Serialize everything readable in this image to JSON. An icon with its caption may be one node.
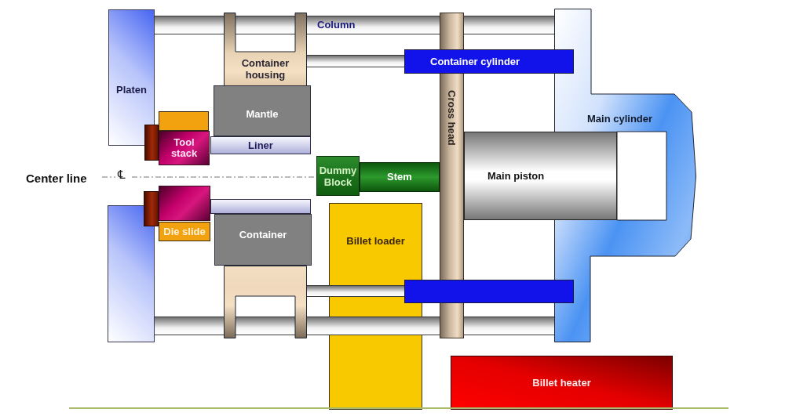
{
  "diagram": {
    "nodes": [
      {
        "text": [
          "Platen"
        ]
      },
      {
        "text": [
          "Column"
        ]
      },
      {
        "text": [
          "Container housing"
        ]
      },
      {
        "text": [
          "Container cylinder"
        ]
      },
      {
        "text": [
          "Cross head"
        ]
      },
      {
        "text": [
          "Mantle"
        ]
      },
      {
        "text": [
          "Main cylinder"
        ]
      },
      {
        "text": [
          "Tool stack"
        ]
      },
      {
        "text": [
          "Liner"
        ]
      },
      {
        "text": [
          "Dummy Block"
        ]
      },
      {
        "text": [
          "Stem"
        ]
      },
      {
        "text": [
          "Main piston"
        ]
      },
      {
        "text": [
          "Die slide"
        ]
      },
      {
        "text": [
          "Container"
        ]
      },
      {
        "text": [
          "Billet loader"
        ]
      },
      {
        "text": [
          "Billet heater"
        ]
      },
      {
        "text": [],
        "shape": "box"
      },
      {
        "text": [],
        "shape": "bar"
      },
      {
        "text": [],
        "shape": "box"
      },
      {
        "text": [],
        "shape": "box"
      },
      {
        "text": [],
        "shape": "box"
      },
      {
        "text": [],
        "shape": "box"
      },
      {
        "text": [],
        "shape": "box"
      },
      {
        "text": [],
        "shape": "box"
      },
      {
        "text": [],
        "shape": "box"
      },
      {
        "text": [],
        "shape": "bar"
      },
      {
        "text": [],
        "shape": "bar"
      }
    ],
    "labels": [
      "Center line",
      "℄"
    ]
  }
}
